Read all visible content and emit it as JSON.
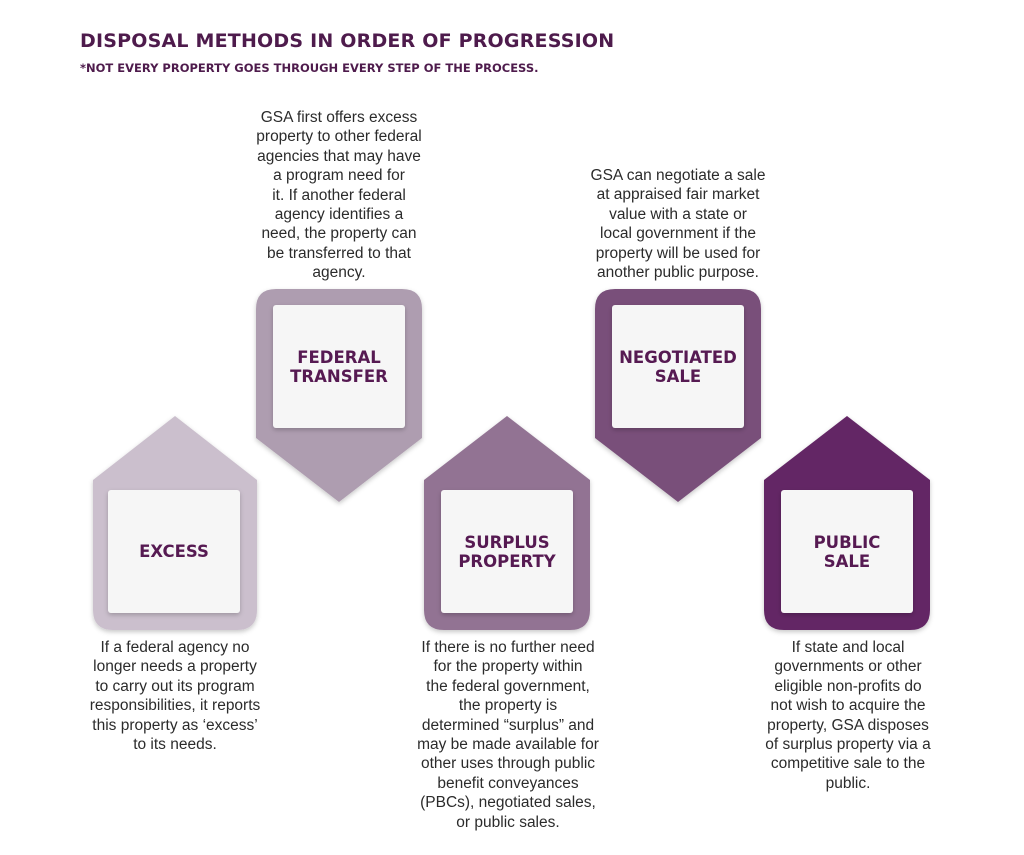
{
  "title": "DISPOSAL METHODS IN ORDER OF PROGRESSION",
  "subtitle": "*NOT EVERY PROPERTY GOES THROUGH EVERY STEP OF THE PROCESS.",
  "colors": {
    "excess": "#cbbfcd",
    "federal_transfer": "#ae9db0",
    "surplus_property": "#927393",
    "negotiated_sale": "#79507a",
    "public_sale": "#632665",
    "label_text": "#561a52",
    "title_text": "#4e1b4c"
  },
  "steps": [
    {
      "label_lines": [
        "EXCESS"
      ],
      "description_lines": [
        "If a federal agency no",
        "longer needs a property",
        "to carry out its program",
        "responsibilities, it reports",
        "this property as ‘excess’",
        "to its needs."
      ]
    },
    {
      "label_lines": [
        "FEDERAL",
        "TRANSFER"
      ],
      "description_lines": [
        "GSA first offers excess",
        "property to other federal",
        "agencies that may have",
        "a program need for",
        "it. If another federal",
        "agency identifies a",
        "need, the property can",
        "be transferred to that",
        "agency."
      ]
    },
    {
      "label_lines": [
        "SURPLUS",
        "PROPERTY"
      ],
      "description_lines": [
        "If there is no further need",
        "for the property within",
        "the federal government,",
        "the property is",
        "determined “surplus” and",
        "may be made available for",
        "other uses through public",
        "benefit conveyances",
        "(PBCs), negotiated sales,",
        "or public sales."
      ]
    },
    {
      "label_lines": [
        "NEGOTIATED",
        "SALE"
      ],
      "description_lines": [
        "GSA can negotiate a sale",
        "at appraised fair market",
        "value with a state or",
        "local government if the",
        "property will be used for",
        "another public purpose."
      ]
    },
    {
      "label_lines": [
        "PUBLIC",
        "SALE"
      ],
      "description_lines": [
        "If state and local",
        "governments or other",
        "eligible non-profits do",
        "not wish to acquire the",
        "property, GSA disposes",
        "of surplus property via a",
        "competitive sale to the",
        "public."
      ]
    }
  ]
}
